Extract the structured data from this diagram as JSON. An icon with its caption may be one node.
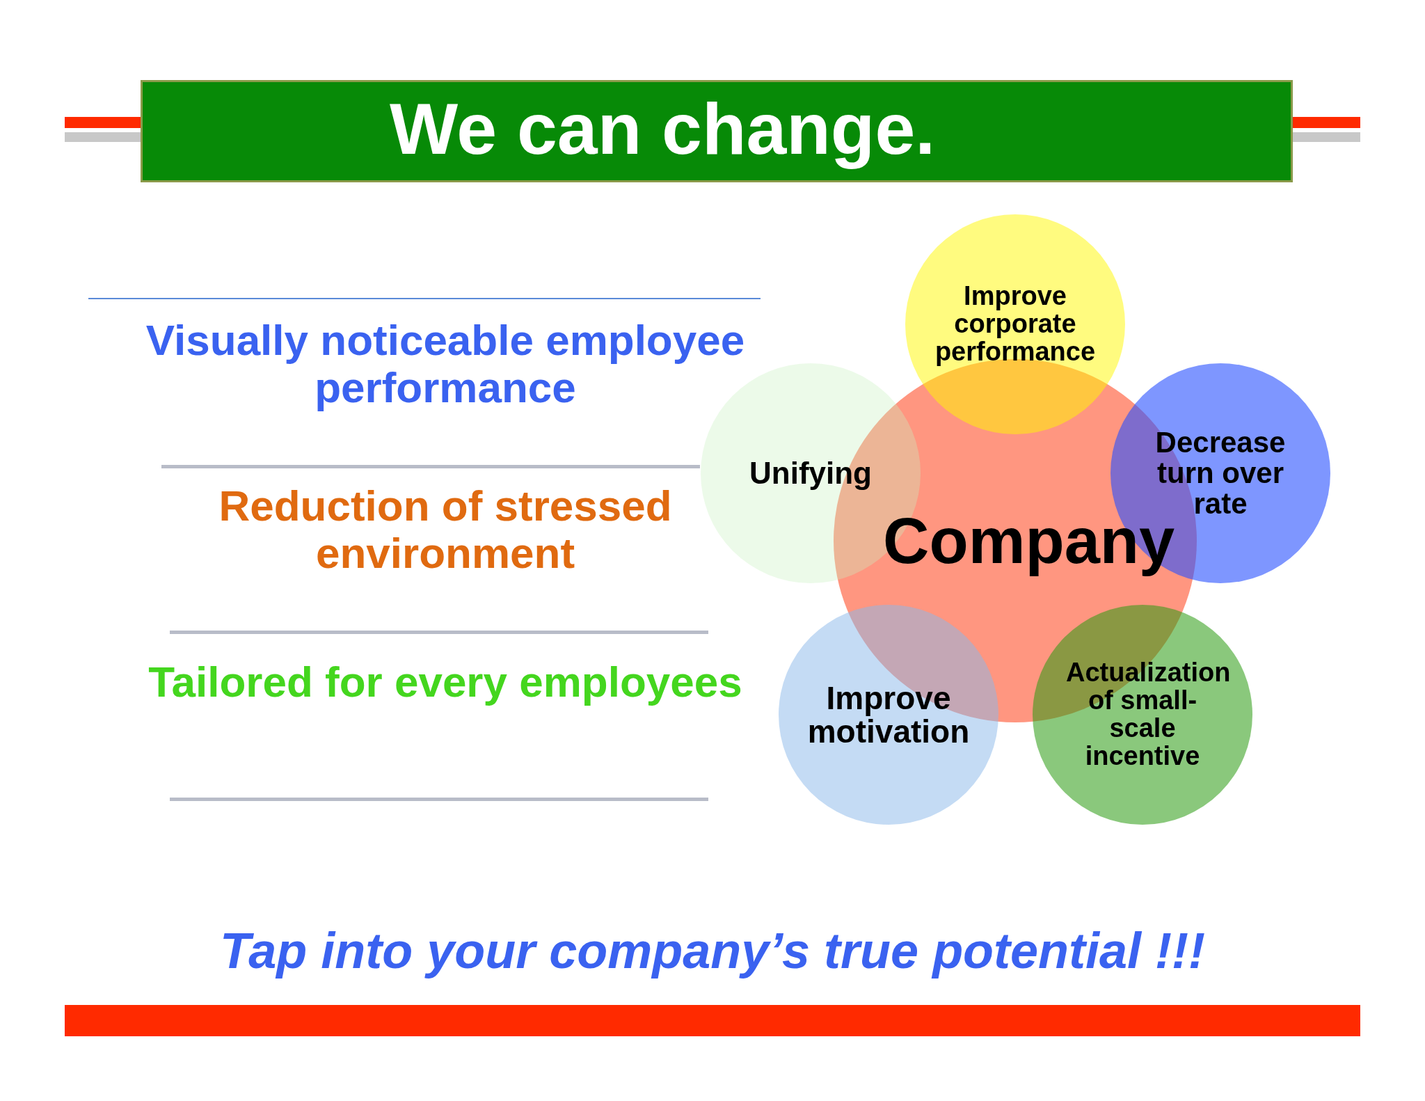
{
  "diagram": {
    "title": "We can change.",
    "caption": "Tap into your company’s true potential !!!",
    "nodes": [
      {
        "text": [
          "Company"
        ]
      },
      {
        "text": [
          "Improve corporate performance"
        ]
      },
      {
        "text": [
          "Unifying"
        ]
      },
      {
        "text": [
          "Decrease turn over rate"
        ]
      },
      {
        "text": [
          "Improve motivation"
        ]
      },
      {
        "text": [
          "Actualization of small-scale incentive"
        ]
      }
    ],
    "edges": [],
    "labels": [
      "Visually noticeable employee performance",
      "Reduction of stressed environment",
      "Tailored for every employees"
    ]
  }
}
